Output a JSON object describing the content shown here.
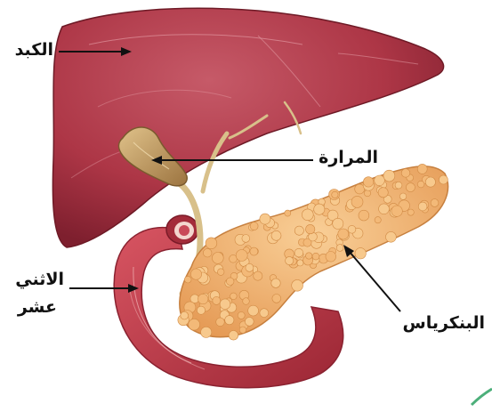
{
  "labels": {
    "liver": "الكبد",
    "gallbladder": "المرارة",
    "duodenum_line1": "الاثني",
    "duodenum_line2": "عشر",
    "pancreas": "البنكرياس"
  },
  "colors": {
    "liver": "#b0394a",
    "liver_dark": "#7e1f2e",
    "gallbladder": "#c9a26a",
    "pancreas": "#f0b070",
    "pancreas_lobule": "#f7c98d",
    "duodenum": "#c5414f",
    "duct": "#d8c08a",
    "pointer": "#111111"
  }
}
